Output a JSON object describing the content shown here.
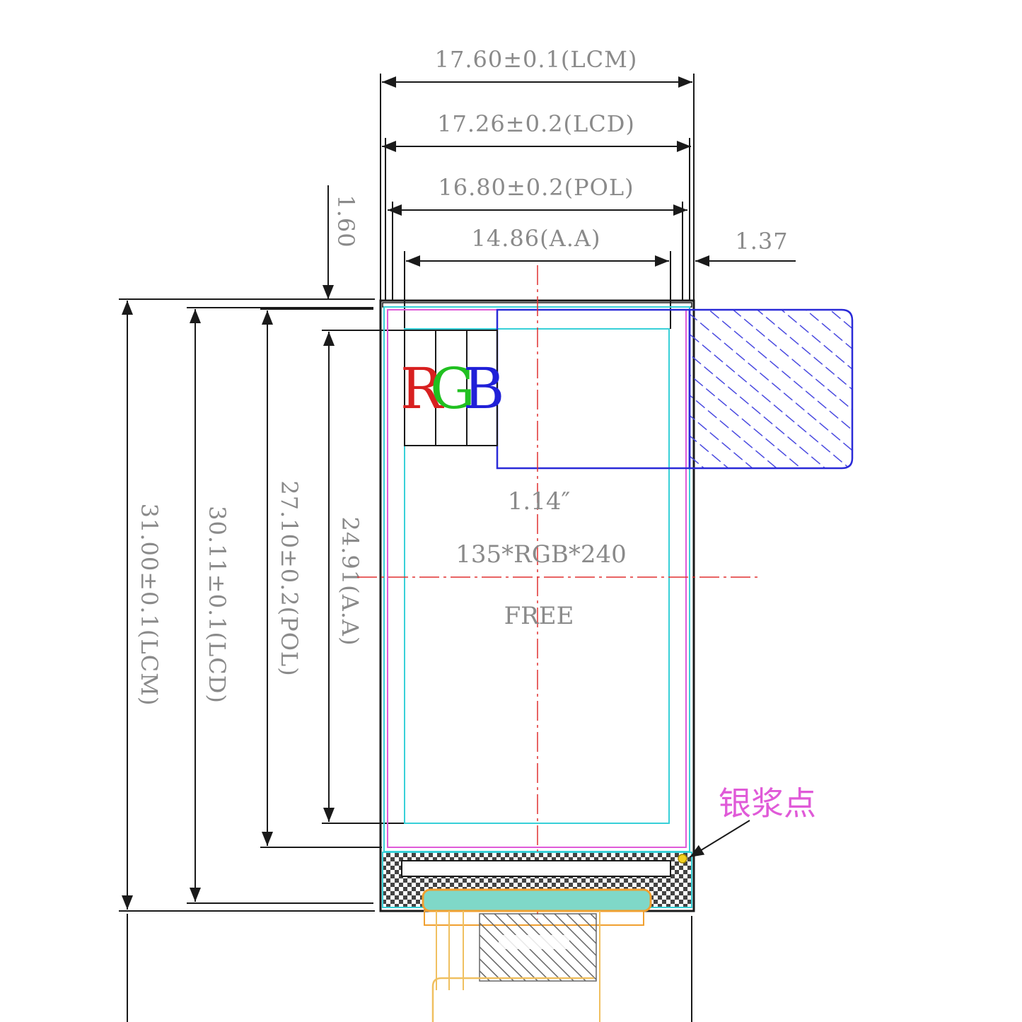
{
  "dimensions": {
    "width_lcm": "17.60±0.1(LCM)",
    "width_lcd": "17.26±0.2(LCD)",
    "width_pol": "16.80±0.2(POL)",
    "width_aa": "14.86(A.A)",
    "left_margin": "1.60",
    "right_margin": "1.37",
    "height_lcm": "31.00±0.1(LCM)",
    "height_lcd": "30.11±0.1(LCD)",
    "height_pol": "27.10±0.2(POL)",
    "height_aa": "24.91(A.A)"
  },
  "panel": {
    "size": "1.14″",
    "resolution": "135*RGB*240",
    "free_label": "FREE",
    "rgb": [
      "R",
      "G",
      "B"
    ],
    "silver_paste_label": "银浆点"
  },
  "colors": {
    "dimension": "#1a1a1a",
    "text": "#8a8a8a",
    "pol_outline": "#e05ad8",
    "aa_outline": "#38d0d8",
    "fpc_outline": "#2a2ad8",
    "centerline": "#e03030",
    "flex_cable": "#f0a030",
    "red": "#d82020",
    "green": "#20c020",
    "blue": "#2020d8"
  }
}
